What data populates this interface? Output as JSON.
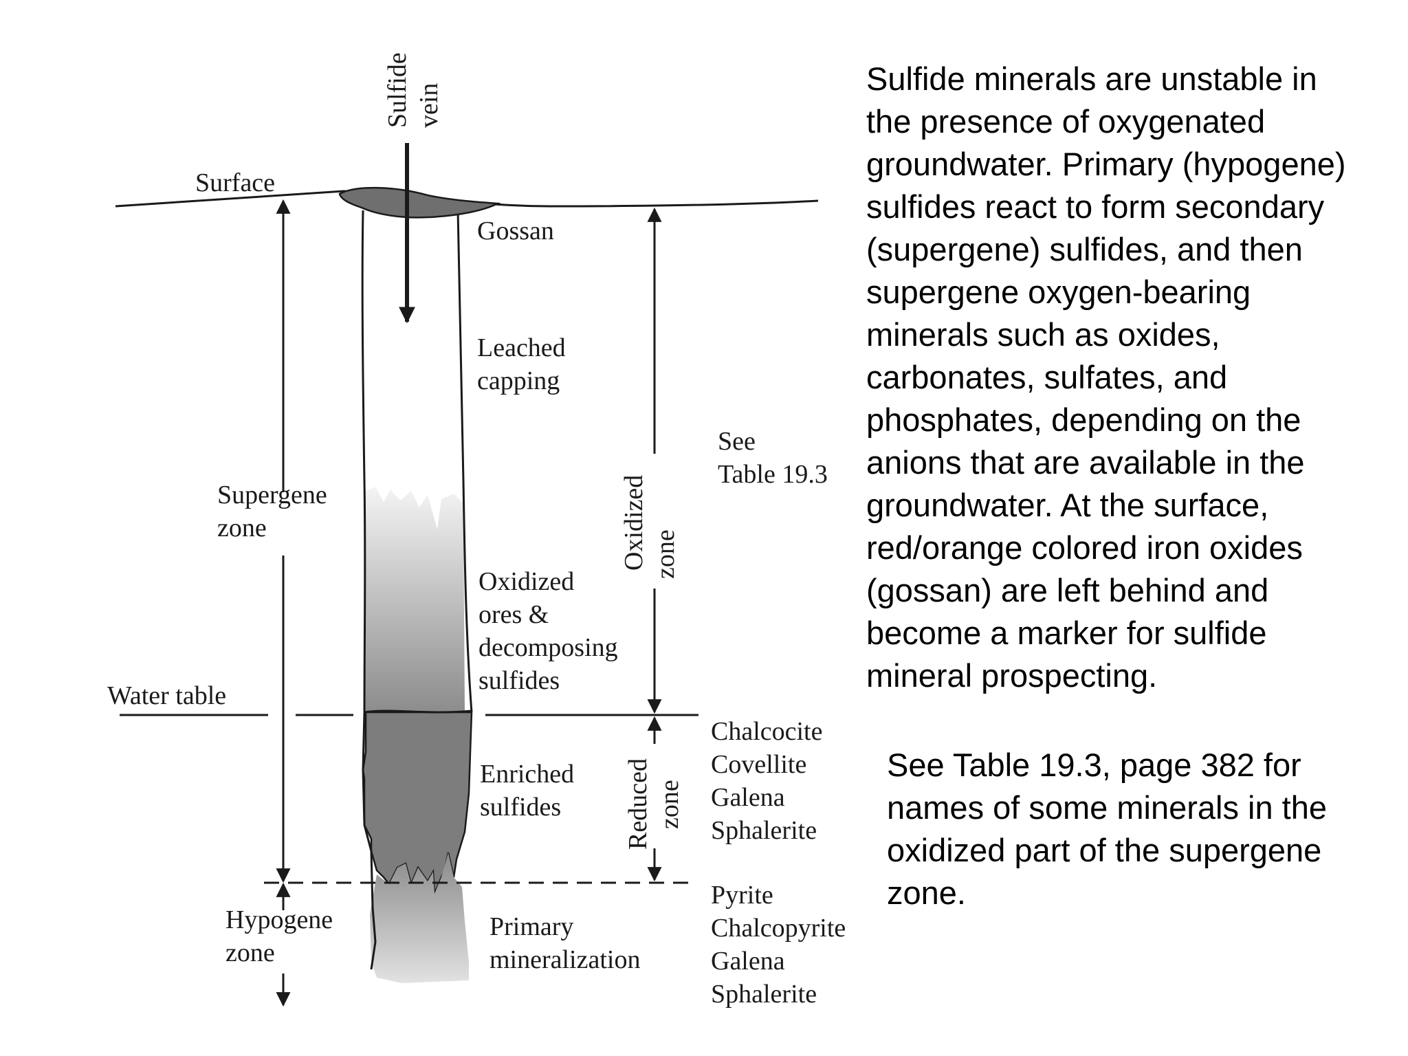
{
  "diagram": {
    "labels": {
      "sulfide_vein": [
        "Sulfide",
        "vein"
      ],
      "surface": "Surface",
      "gossan": "Gossan",
      "leached_capping": [
        "Leached",
        "capping"
      ],
      "see_table": [
        "See",
        "Table 19.3"
      ],
      "supergene_zone": [
        "Supergene",
        "zone"
      ],
      "oxidized_zone": [
        "Oxidized",
        "zone"
      ],
      "oxidized_ores": [
        "Oxidized",
        "ores &",
        "decomposing",
        "sulfides"
      ],
      "water_table": "Water table",
      "enriched_sulfides": [
        "Enriched",
        "sulfides"
      ],
      "reduced_zone": [
        "Reduced",
        "zone"
      ],
      "reduced_minerals": [
        "Chalcocite",
        "Covellite",
        "Galena",
        "Sphalerite"
      ],
      "hypogene_zone": [
        "Hypogene",
        "zone"
      ],
      "primary_mineralization": [
        "Primary",
        "mineralization"
      ],
      "primary_minerals": [
        "Pyrite",
        "Chalcopyrite",
        "Galena",
        "Sphalerite"
      ]
    },
    "colors": {
      "ink": "#1a1a1a",
      "gossan_fill": "#6f6f6f",
      "enriched_fill": "#7d7d7d",
      "oxidized_gradient_top": "#f4f4f4",
      "oxidized_gradient_bottom": "#8c8c8c",
      "primary_gradient_top": "#8a8a8a",
      "primary_gradient_bottom": "#e2e2e2"
    }
  },
  "text": {
    "main_paragraph": "Sulfide minerals are unstable in\nthe presence of oxygenated\ngroundwater. Primary (hypogene)\nsulfides react to form secondary\n(supergene) sulfides, and then\nsupergene oxygen-bearing\nminerals such as oxides,\ncarbonates, sulfates, and\nphosphates, depending on the\nanions that are available in the\ngroundwater.  At the surface,\nred/orange colored iron oxides\n(gossan) are left behind and\nbecome a marker for sulfide\nmineral prospecting.",
    "see_table_paragraph": "See Table 19.3, page 382 for\nnames of some minerals in the\noxidized part of the supergene\nzone."
  }
}
